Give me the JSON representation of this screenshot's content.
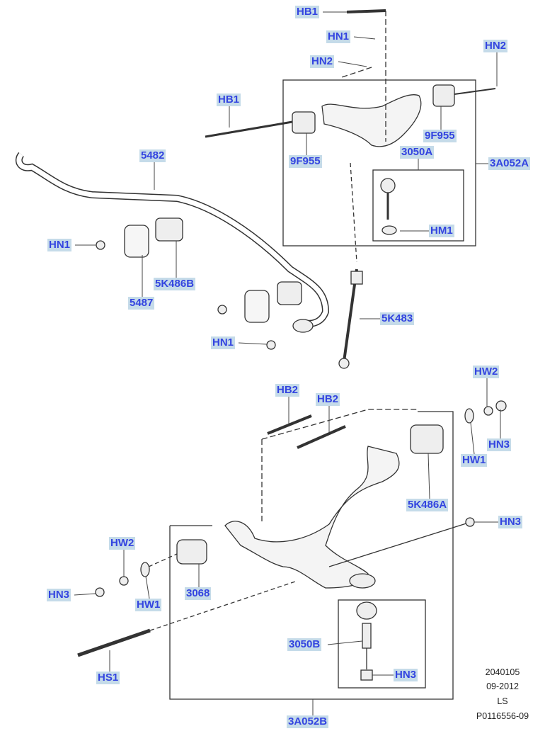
{
  "labels": {
    "hb1_top": "HB1",
    "hn1_top": "HN1",
    "hn2_top": "HN2",
    "hn2_right": "HN2",
    "hb1_left": "HB1",
    "f9955_left": "9F955",
    "f9955_right": "9F955",
    "p3050a": "3050A",
    "p3a052a": "3A052A",
    "p5482": "5482",
    "hm1": "HM1",
    "hn1_left": "HN1",
    "p5k486b": "5K486B",
    "p5487": "5487",
    "p5k483": "5K483",
    "hn1_mid": "HN1",
    "hw2_right": "HW2",
    "hb2_a": "HB2",
    "hb2_b": "HB2",
    "hn3_right_top": "HN3",
    "hw1_right": "HW1",
    "p5k486a": "5K486A",
    "hn3_right": "HN3",
    "hw2_left": "HW2",
    "hn3_left": "HN3",
    "p3068": "3068",
    "hw1_left": "HW1",
    "p3050b": "3050B",
    "hs1": "HS1",
    "hn3_inner": "HN3",
    "p3a052b": "3A052B"
  },
  "reference": {
    "code": "2040105",
    "date": "09-2012",
    "region": "LS",
    "part_ref": "P0116556-09"
  }
}
